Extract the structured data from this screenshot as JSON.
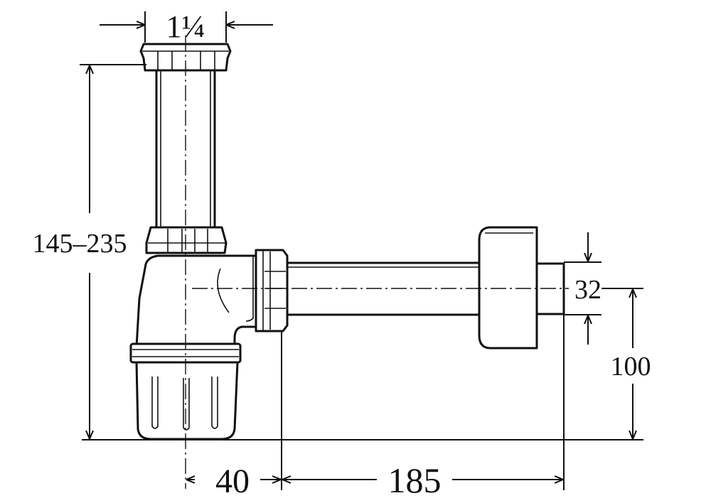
{
  "diagram": {
    "dimensions": {
      "inlet_diameter": "1¼",
      "height_range": "145–235",
      "outlet_diameter": "32",
      "outlet_height": "100",
      "offset_center_to_nut": "40",
      "outlet_length": "185"
    },
    "colors": {
      "line": "#111111",
      "background": "#ffffff"
    }
  }
}
